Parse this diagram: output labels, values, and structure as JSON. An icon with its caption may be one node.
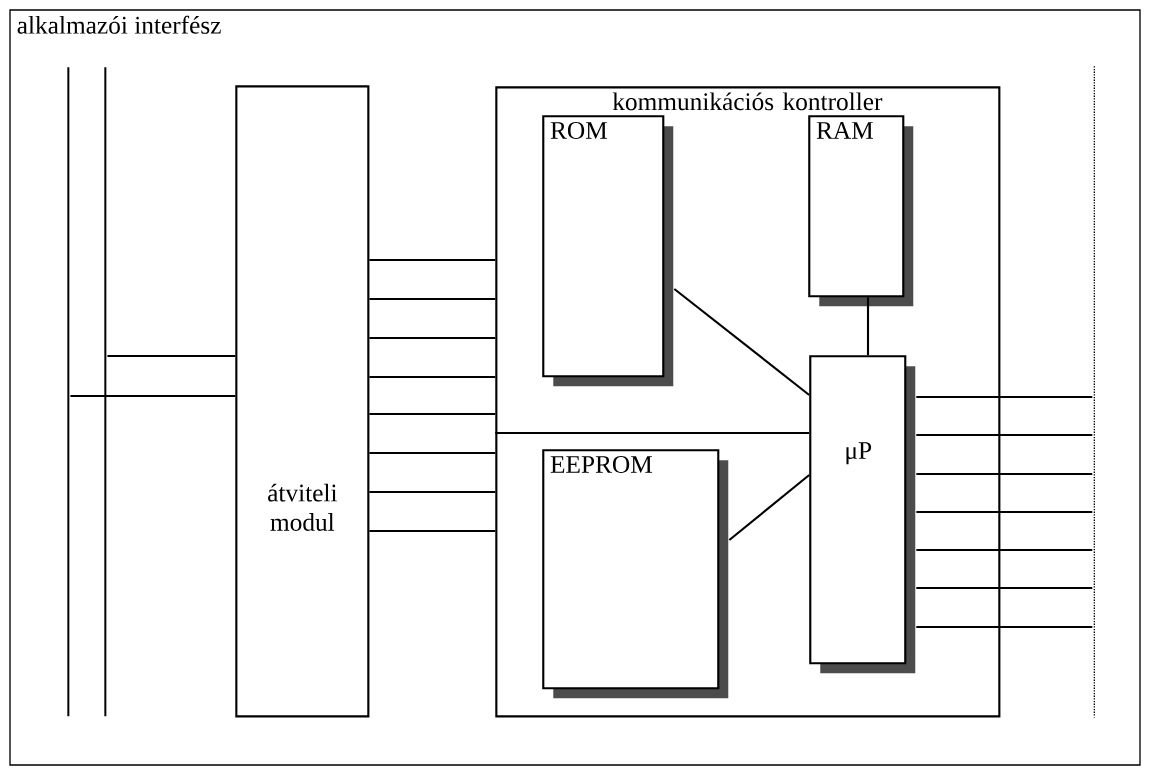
{
  "diagram": {
    "nodes": [
      {
        "text": [
          "alkalmazói interfész"
        ]
      },
      {
        "text": [],
        "shape": "bar",
        "in": 0
      },
      {
        "text": [],
        "shape": "bar",
        "in": 0
      },
      {
        "text": [
          "átviteli modul"
        ],
        "in": 0
      },
      {
        "text": [
          "kommunikációs kontroller"
        ],
        "in": 0
      },
      {
        "text": [
          "ROM"
        ],
        "in": 4
      },
      {
        "text": [
          "RAM"
        ],
        "in": 4
      },
      {
        "text": [
          "μP"
        ],
        "in": 4
      },
      {
        "text": [
          "EEPROM"
        ],
        "in": 4
      },
      {
        "text": [],
        "shape": "bar",
        "in": 0
      }
    ],
    "edges": [
      {
        "from": 2,
        "to": 3,
        "arrow": "none"
      },
      {
        "from": 1,
        "to": 3,
        "arrow": "none"
      },
      {
        "from": 3,
        "to": 4,
        "arrow": "none"
      },
      {
        "from": 3,
        "to": 4,
        "arrow": "none"
      },
      {
        "from": 3,
        "to": 4,
        "arrow": "none"
      },
      {
        "from": 3,
        "to": 4,
        "arrow": "none"
      },
      {
        "from": 3,
        "to": 4,
        "arrow": "none"
      },
      {
        "from": 3,
        "to": 4,
        "arrow": "none"
      },
      {
        "from": 3,
        "to": 4,
        "arrow": "none"
      },
      {
        "from": 3,
        "to": 4,
        "arrow": "none"
      },
      {
        "from": 4,
        "to": 7,
        "arrow": "none"
      },
      {
        "from": 5,
        "to": 7,
        "arrow": "none"
      },
      {
        "from": 6,
        "to": 7,
        "arrow": "none"
      },
      {
        "from": 8,
        "to": 7,
        "arrow": "none"
      },
      {
        "from": 7,
        "to": 9,
        "arrow": "none"
      },
      {
        "from": 7,
        "to": 9,
        "arrow": "none"
      },
      {
        "from": 7,
        "to": 9,
        "arrow": "none"
      },
      {
        "from": 7,
        "to": 9,
        "arrow": "none"
      },
      {
        "from": 7,
        "to": 9,
        "arrow": "none"
      },
      {
        "from": 7,
        "to": 9,
        "arrow": "none"
      },
      {
        "from": 7,
        "to": 9,
        "arrow": "none"
      }
    ]
  }
}
